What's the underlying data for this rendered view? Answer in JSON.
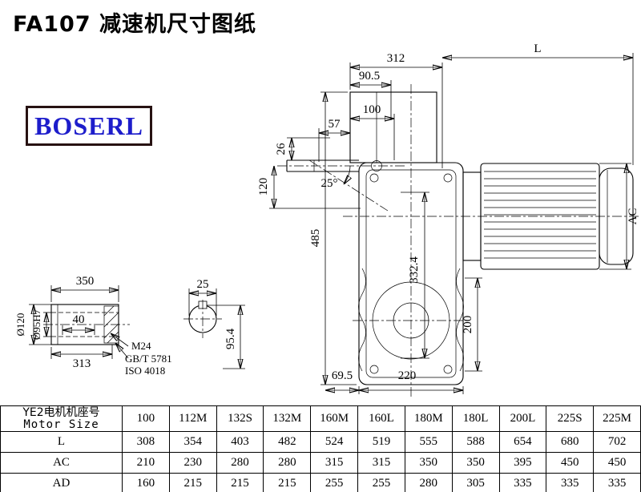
{
  "page": {
    "title": "FA107 减速机尺寸图纸"
  },
  "logo": {
    "text": "BOSERL"
  },
  "drawing": {
    "dims": {
      "top_width": "312",
      "motor_length": "L",
      "d90_5": "90.5",
      "d100": "100",
      "d57": "57",
      "d26": "26",
      "d120": "120",
      "angle": "25°",
      "height": "485",
      "ac": "AC",
      "d332_4": "332.4",
      "d200": "200",
      "d69_5": "69.5",
      "d220": "220",
      "shaft_length": "350",
      "d40": "40",
      "d313": "313",
      "dia120": "Ø120",
      "dia95": "Ø95H7",
      "thread": "M24",
      "std1": "GB/T 5781",
      "std2": "ISO 4018",
      "d25": "25",
      "d95_4": "95.4"
    }
  },
  "table": {
    "header_cn": "YE2电机机座号",
    "header_en": "Motor Size",
    "columns": [
      "100",
      "112M",
      "132S",
      "132M",
      "160M",
      "160L",
      "180M",
      "180L",
      "200L",
      "225S",
      "225M"
    ],
    "rows": [
      {
        "label": "L",
        "values": [
          "308",
          "354",
          "403",
          "482",
          "524",
          "519",
          "555",
          "588",
          "654",
          "680",
          "702"
        ]
      },
      {
        "label": "AC",
        "values": [
          "210",
          "230",
          "280",
          "280",
          "315",
          "315",
          "350",
          "350",
          "395",
          "450",
          "450"
        ]
      },
      {
        "label": "AD",
        "values": [
          "160",
          "215",
          "215",
          "215",
          "255",
          "255",
          "280",
          "305",
          "335",
          "335",
          "335"
        ]
      }
    ]
  }
}
